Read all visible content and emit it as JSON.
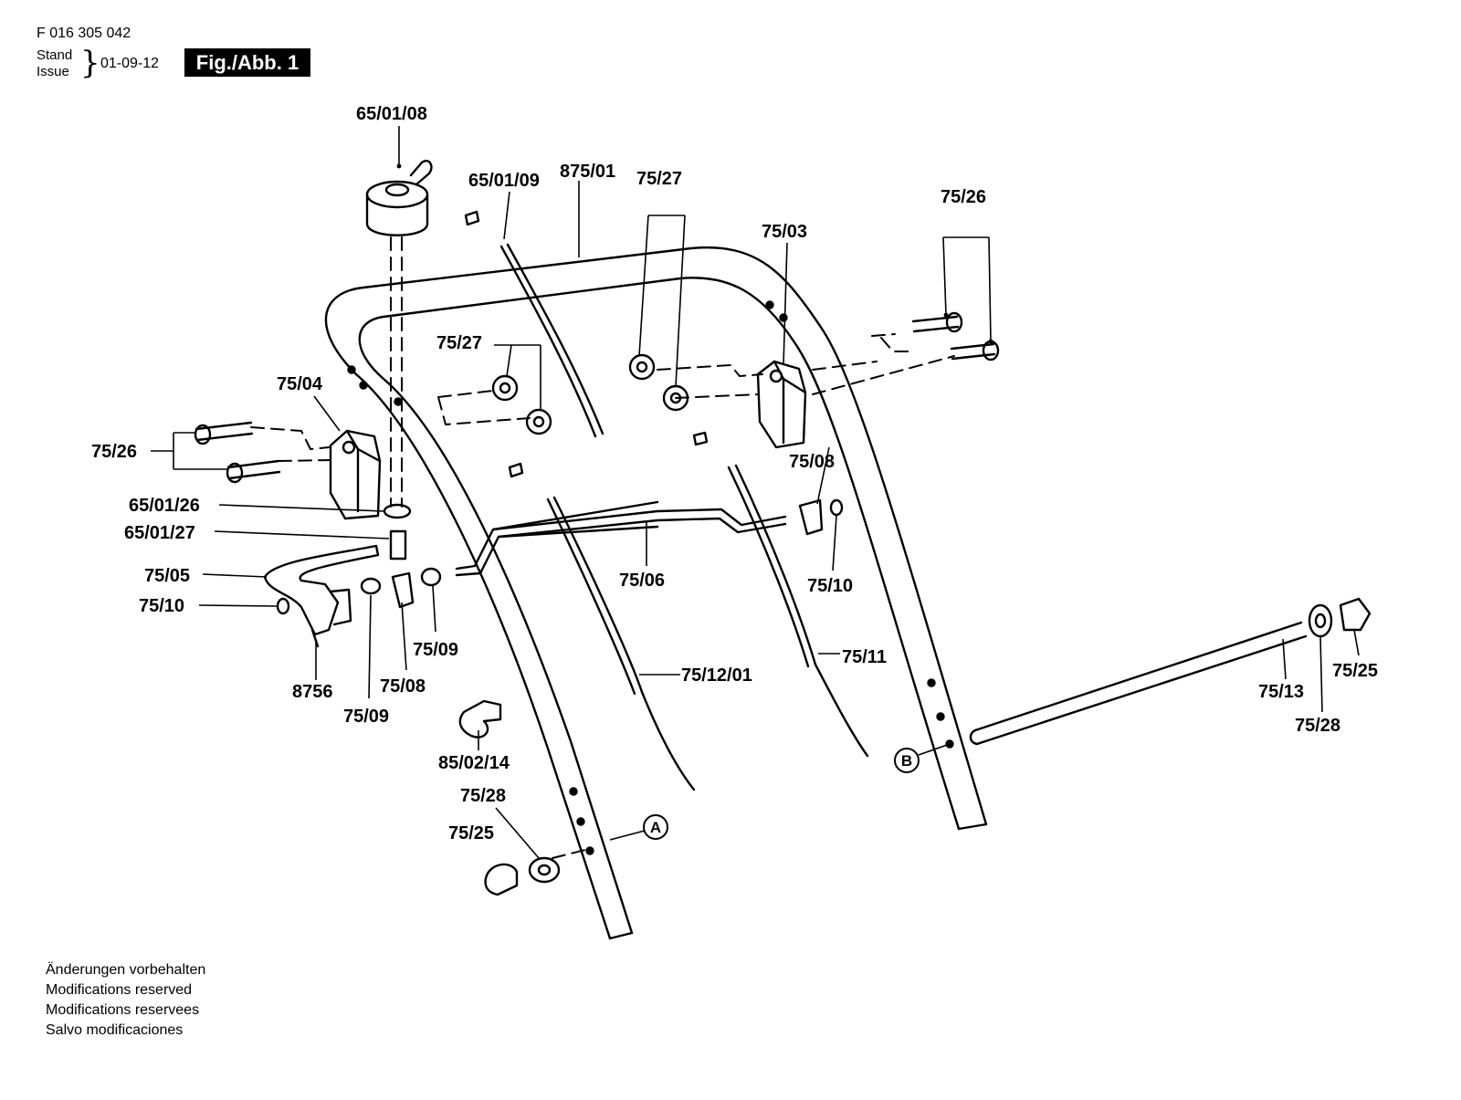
{
  "header": {
    "doc_number": "F 016 305 042",
    "stand_label": "Stand",
    "issue_label": "Issue",
    "date": "01-09-12",
    "figure": "Fig./Abb. 1"
  },
  "notes": [
    "Änderungen vorbehalten",
    "Modifications reserved",
    "Modifications reservees",
    "Salvo modificaciones"
  ],
  "labels": {
    "p65_01_08": "65/01/08",
    "p65_01_09": "65/01/09",
    "p875_01": "875/01",
    "p75_27_top": "75/27",
    "p75_27_mid": "75/27",
    "p75_03": "75/03",
    "p75_26_right": "75/26",
    "p75_04": "75/04",
    "p75_26_left": "75/26",
    "p65_01_26": "65/01/26",
    "p65_01_27": "65/01/27",
    "p75_05": "75/05",
    "p75_10_left": "75/10",
    "p8756": "8756",
    "p75_09_a": "75/09",
    "p75_08_a": "75/08",
    "p75_09_b": "75/09",
    "p75_06": "75/06",
    "p75_08_b": "75/08",
    "p75_10_right": "75/10",
    "p75_12_01": "75/12/01",
    "p75_11": "75/11",
    "p85_02_14": "85/02/14",
    "p75_28_left": "75/28",
    "p75_25_left": "75/25",
    "p75_13": "75/13",
    "p75_25_right": "75/25",
    "p75_28_right": "75/28",
    "marker_a": "A",
    "marker_b": "B"
  }
}
